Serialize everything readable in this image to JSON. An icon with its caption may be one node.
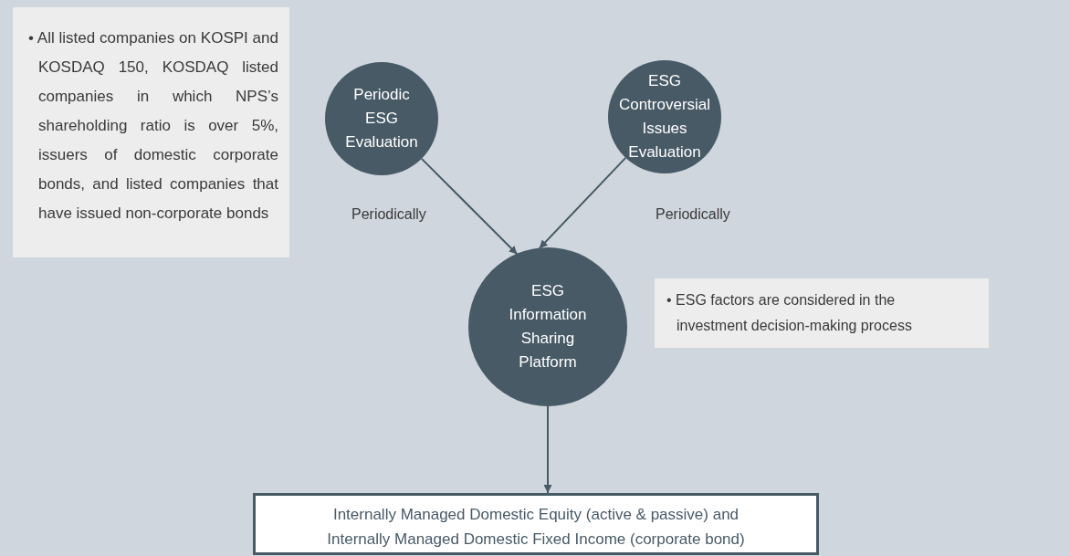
{
  "diagram": {
    "nodes": [
      {
        "text": [
          "• All listed companies on KOSPI and KOSDAQ 150, KOSDAQ listed companies in which NPS’s shareholding ratio is over 5%, issuers of domestic corporate bonds, and listed companies that have issued non-corporate bonds"
        ]
      },
      {
        "text": [
          "Periodic ESG Evaluation"
        ]
      },
      {
        "text": [
          "ESG Controversial Issues Evaluation"
        ]
      },
      {
        "text": [
          "ESG Information Sharing Platform"
        ]
      },
      {
        "text": [
          "• ESG factors are considered in the investment decision-making process"
        ]
      },
      {
        "text": [
          "Internally Managed Domestic Equity (active & passive) and Internally Managed Domestic Fixed Income (corporate bond)"
        ]
      }
    ],
    "edges": [
      {
        "from": 1,
        "to": 3,
        "arrow": "to",
        "label": "Periodically"
      },
      {
        "from": 2,
        "to": 3,
        "arrow": "to",
        "label": "Periodically"
      },
      {
        "from": 3,
        "to": 5,
        "arrow": "to"
      }
    ]
  }
}
